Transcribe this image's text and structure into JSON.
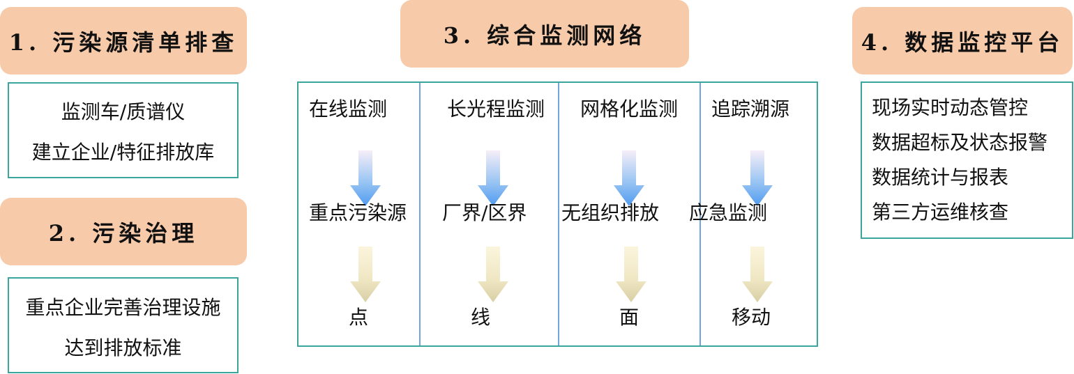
{
  "sections": {
    "s1": {
      "title": "1. 污染源清单排查",
      "lines": [
        "监测车/质谱仪",
        "建立企业/特征排放库"
      ]
    },
    "s2": {
      "title": "2. 污染治理",
      "lines": [
        "重点企业完善治理设施",
        "达到排放标准"
      ]
    },
    "s3": {
      "title": "3. 综合监测网络",
      "columns": [
        {
          "top": "在线监测",
          "middle": "重点污染源",
          "bottom": "点"
        },
        {
          "top": "长光程监测",
          "middle": "厂界/区界",
          "bottom": "线"
        },
        {
          "top": "网格化监测",
          "middle": "无组织排放",
          "bottom": "面"
        },
        {
          "top": "追踪溯源",
          "middle": "应急监测",
          "bottom": "移动"
        }
      ]
    },
    "s4": {
      "title": "4. 数据监控平台",
      "lines": [
        "现场实时动态管控",
        "数据超标及状态报警",
        "数据统计与报表",
        "第三方运维核查"
      ]
    }
  },
  "colors": {
    "header_fill": "#f7cbaa",
    "box_border": "#3aa59b",
    "divider": "#6fa7dc",
    "blue_arrow": "#5aa2f2",
    "tan_arrow": "#d9cfa8"
  }
}
